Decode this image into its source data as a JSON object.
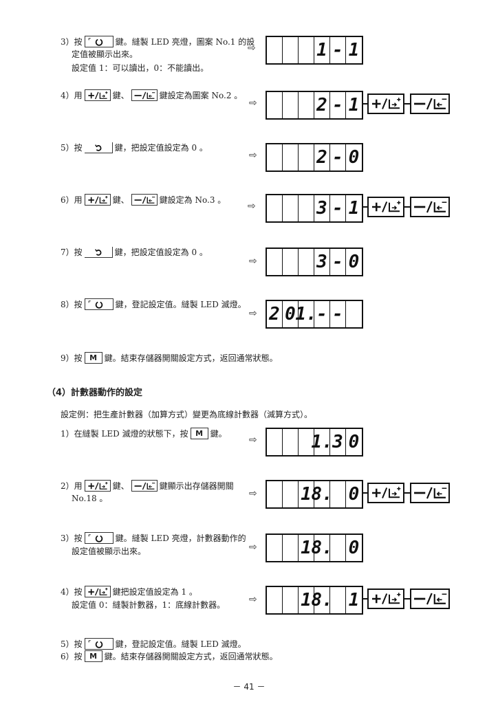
{
  "steps": [
    {
      "num": "3）",
      "pre": "按",
      "suf": "鍵。縫製 LED 亮燈，圖案 No.1 的設",
      "line2": "定值被顯示出來。",
      "line3": "設定值 1：可以讀出，0：不能讀出。"
    },
    {
      "num": "4）",
      "pre": "用",
      "mid": "鍵、",
      "suf": "鍵設定為圖案 No.2 。"
    },
    {
      "num": "5）",
      "pre": "按",
      "suf": "鍵，把設定值設定為 0 。"
    },
    {
      "num": "6）",
      "pre": "用",
      "mid": "鍵、",
      "suf": "鍵設定為 No.3 。"
    },
    {
      "num": "7）",
      "pre": "按",
      "suf": "鍵，把設定值設定為 0 。"
    },
    {
      "num": "8）",
      "pre": "按",
      "suf": "鍵，登記設定值。縫製 LED 滅燈。"
    },
    {
      "num": "9）",
      "pre": "按",
      "suf": "鍵。結束存儲器開關設定方式，返回通常狀態。"
    }
  ],
  "section": {
    "title": "（4）計數器動作的設定",
    "example": "設定例：把生產計數器（加算方式）變更為底線計數器（減算方式）。"
  },
  "steps2": [
    {
      "num": "1）",
      "pre": "在縫製 LED 滅燈的狀態下，按",
      "suf": "鍵。"
    },
    {
      "num": "2）",
      "pre": "用",
      "mid": "鍵、",
      "suf": "鍵顯示出存儲器開關",
      "line2": "No.18 。"
    },
    {
      "num": "3）",
      "pre": "按",
      "suf": "鍵。縫製 LED 亮燈，計數器動作的",
      "line2": "設定值被顯示出來。"
    },
    {
      "num": "4）",
      "pre": "按",
      "suf": "鍵把設定值設定為 1 。",
      "line2": "設定值 0：縫製計數器，1：底線計數器。"
    },
    {
      "num": "5）",
      "pre": "按",
      "suf": "鍵，登記設定值。縫製 LED 滅燈。"
    },
    {
      "num": "6）",
      "pre": "按",
      "suf": "鍵。結束存儲器開關設定方式，返回通常狀態。"
    }
  ],
  "keys": {
    "m": "M"
  },
  "arrow": "⇨",
  "displays": [
    [
      "",
      "",
      "",
      "1",
      "-",
      "1"
    ],
    [
      "",
      "",
      "",
      "2",
      "-",
      "1"
    ],
    [
      "",
      "",
      "",
      "2",
      "-",
      "0"
    ],
    [
      "",
      "",
      "",
      "3",
      "-",
      "1"
    ],
    [
      "",
      "",
      "",
      "3",
      "-",
      "0"
    ],
    [
      "2",
      "0",
      "1.",
      "-",
      "-",
      ""
    ],
    [
      "",
      "",
      "",
      "1.",
      "3",
      "0"
    ],
    [
      "",
      "",
      "1",
      "8.",
      "",
      "0"
    ],
    [
      "",
      "",
      "1",
      "8.",
      "",
      "0"
    ],
    [
      "",
      "",
      "1",
      "8.",
      "",
      "1"
    ]
  ],
  "page_number": "－ 41 －"
}
